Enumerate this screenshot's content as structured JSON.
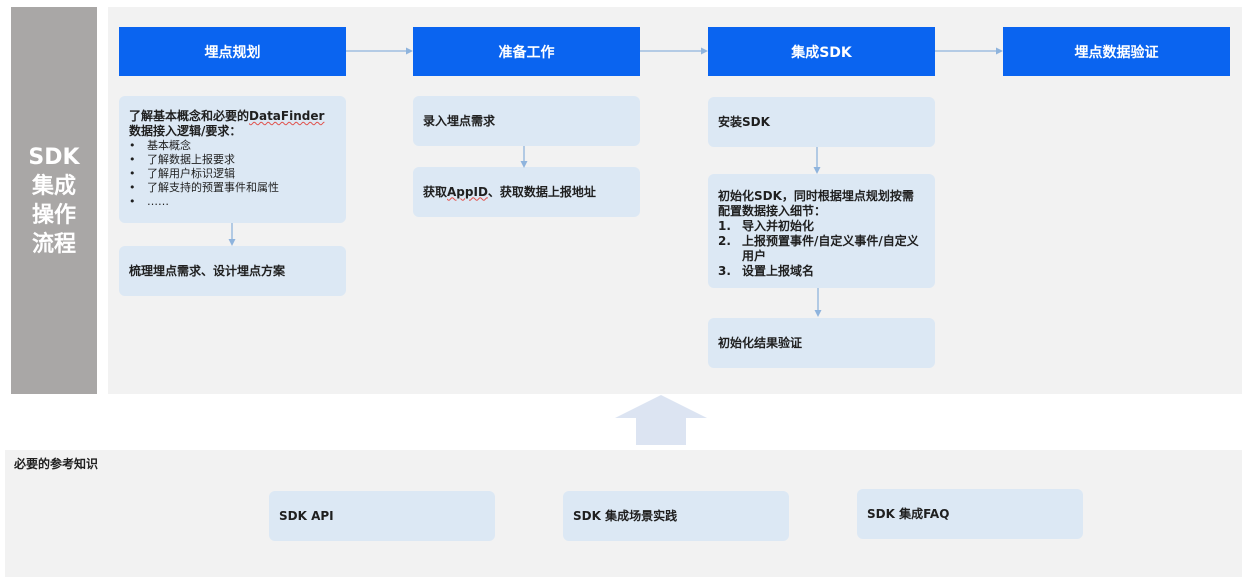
{
  "sidebar": {
    "title_line1": "SDK",
    "title_line2": "集成",
    "title_line3": "操作",
    "title_line4": "流程"
  },
  "steps": [
    {
      "label": "埋点规划"
    },
    {
      "label": "准备工作"
    },
    {
      "label": "集成SDK"
    },
    {
      "label": "埋点数据验证"
    }
  ],
  "column1": {
    "card1": {
      "title_part1": "了解基本概念和必要的",
      "title_brand": "DataFinder",
      "title_part2": "数据接入逻辑/要求：",
      "items": [
        "基本概念",
        "了解数据上报要求",
        "了解用户标识逻辑",
        "了解支持的预置事件和属性",
        "……"
      ]
    },
    "card2": {
      "text": "梳理埋点需求、设计埋点方案"
    }
  },
  "column2": {
    "card1": {
      "text": "录入埋点需求"
    },
    "card2": {
      "text_part1": "获取",
      "text_appid": "AppID",
      "text_part2": "、获取数据上报地址"
    }
  },
  "column3": {
    "card1": {
      "text": "安装SDK"
    },
    "card2": {
      "title": "初始化SDK，同时根据埋点规划按需配置数据接入细节：",
      "items": [
        {
          "num": "1.",
          "text": "导入并初始化"
        },
        {
          "num": "2.",
          "text": "上报预置事件/自定义事件/自定义用户"
        },
        {
          "num": "3.",
          "text": "设置上报域名"
        }
      ]
    },
    "card3": {
      "text": "初始化结果验证"
    }
  },
  "reference": {
    "title": "必要的参考知识",
    "items": [
      {
        "label": "SDK API"
      },
      {
        "label": "SDK 集成场景实践"
      },
      {
        "label": "SDK 集成FAQ"
      }
    ]
  },
  "colors": {
    "step_blue": "#0a64f0",
    "card_bg": "#dce8f4",
    "panel_bg": "#f2f2f2",
    "sidebar_bg": "#a9a7a6",
    "connector": "#8fb4dd",
    "up_arrow": "#dce4f2"
  }
}
